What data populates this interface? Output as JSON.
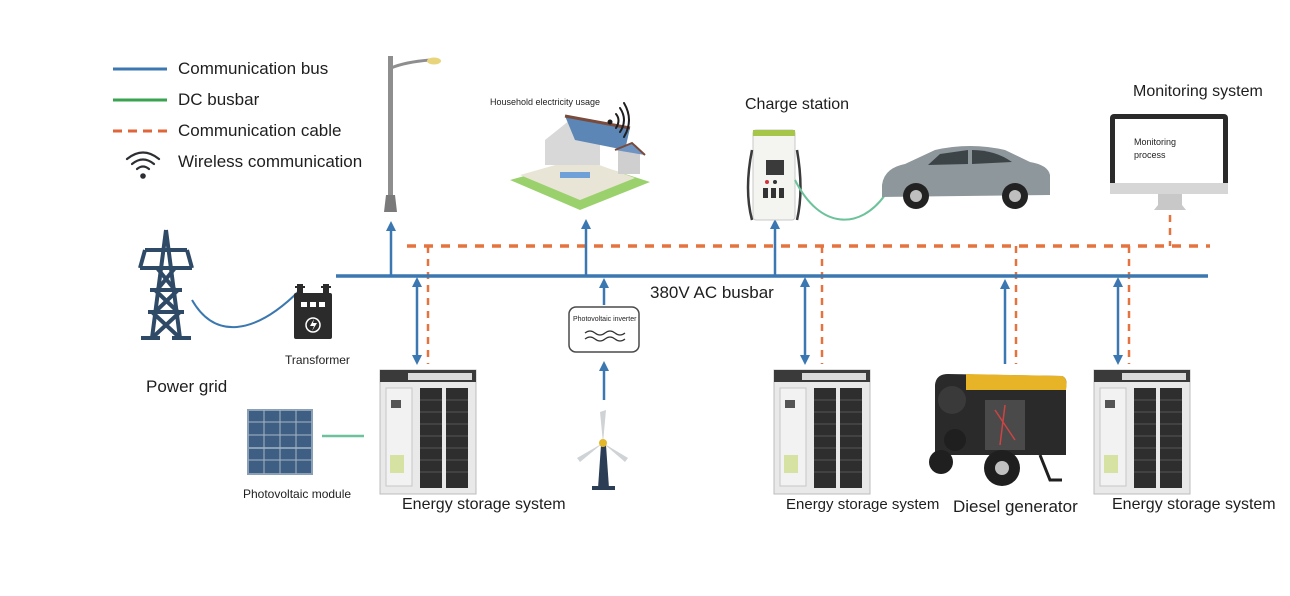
{
  "legend": {
    "items": [
      {
        "label": "Communication bus",
        "type": "solid",
        "color": "#3b77b0"
      },
      {
        "label": "DC busbar",
        "type": "solid",
        "color": "#3aa34f"
      },
      {
        "label": "Communication cable",
        "type": "dashed",
        "color": "#e0663a"
      },
      {
        "label": "Wireless communication",
        "type": "wifi-icon",
        "color": "#2b2f33"
      }
    ]
  },
  "colors": {
    "bus_blue": "#3b77b0",
    "comm_orange": "#e5733f",
    "dc_green": "#6cc29a",
    "tower_navy": "#2f4a66",
    "device_dark": "#2b2b2b"
  },
  "busbar": {
    "label": "380V AC busbar"
  },
  "nodes": {
    "power_grid": {
      "label": "Power grid"
    },
    "transformer": {
      "label": "Transformer"
    },
    "street_light": {
      "label": ""
    },
    "household": {
      "label": "Household electricity usage"
    },
    "charge_station": {
      "label": "Charge station"
    },
    "monitoring": {
      "label": "Monitoring system",
      "screen_text": "Monitoring process"
    },
    "pv_inverter": {
      "label": "Photovoltaic inverter"
    },
    "pv_module": {
      "label": "Photovoltaic module"
    },
    "ess_1": {
      "label": "Energy storage system"
    },
    "ess_2": {
      "label": "Energy storage system"
    },
    "ess_3": {
      "label": "Energy storage system"
    },
    "diesel": {
      "label": "Diesel generator"
    }
  }
}
